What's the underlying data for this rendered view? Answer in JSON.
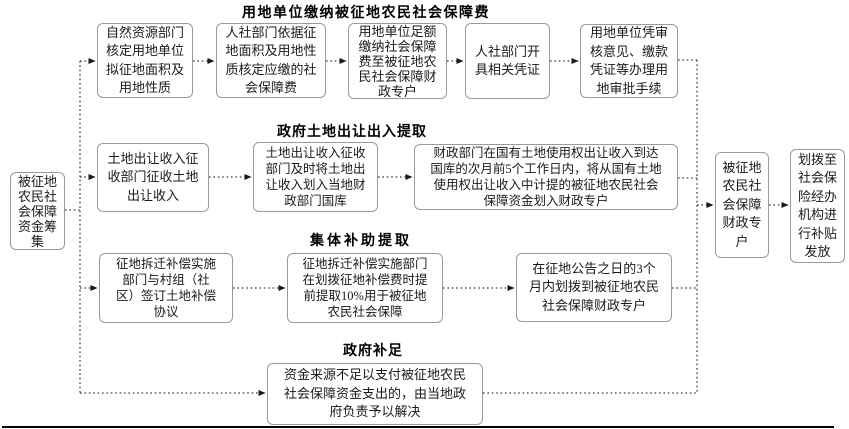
{
  "diagram": {
    "source": {
      "label": "被征地\n农民社\n会保障\n资金筹\n集"
    },
    "sections": [
      {
        "title": "用地单位缴纳被征地农民社会保障费",
        "steps": [
          "自然资源部门\n核定用地单位\n拟征地面积及\n用地性质",
          "人社部门依据征\n地面积及用地性\n质核定应缴的社\n会保障费",
          "用地单位足额\n缴纳社会保障\n费至被征地农\n民社会保障财\n政专户",
          "人社部门开\n具相关凭证",
          "用地单位凭审\n核意见、缴款\n凭证等办理用\n地审批手续"
        ]
      },
      {
        "title": "政府土地出让出入提取",
        "steps": [
          "土地出让收入征\n收部门征收土地\n出让收入",
          "土地出让收入征收\n部门及时将土地出\n让收入划入当地财\n政部门国库",
          "财政部门在国有土地使用权出让收入到达\n国库的次月前5个工作日内，将从国有土地\n使用权出让收入中计提的被征地农民社会\n保障资金划入财政专户"
        ]
      },
      {
        "title": "集体补助提取",
        "steps": [
          "征地拆迁补偿实施\n部门与村组（社\n区）签订土地补偿\n协议",
          "征地拆迁补偿实施部门\n在划拨征地补偿费时提\n前提取10%用于被征地\n农民社会保障",
          "在征地公告之日的3个\n月内划拨到被征地农民\n社会保障财政专户"
        ]
      },
      {
        "title": "政府补足",
        "steps": [
          "资金来源不足以支付被征地农民\n社会保障资金支出的，由当地政\n府负责予以解决"
        ]
      }
    ],
    "fiscal_account": {
      "label": "被征地\n农民社\n会保障\n财政专\n户"
    },
    "disbursement": {
      "label": "划拨至\n社会保\n险经办\n机构进\n行补贴\n发放"
    }
  }
}
